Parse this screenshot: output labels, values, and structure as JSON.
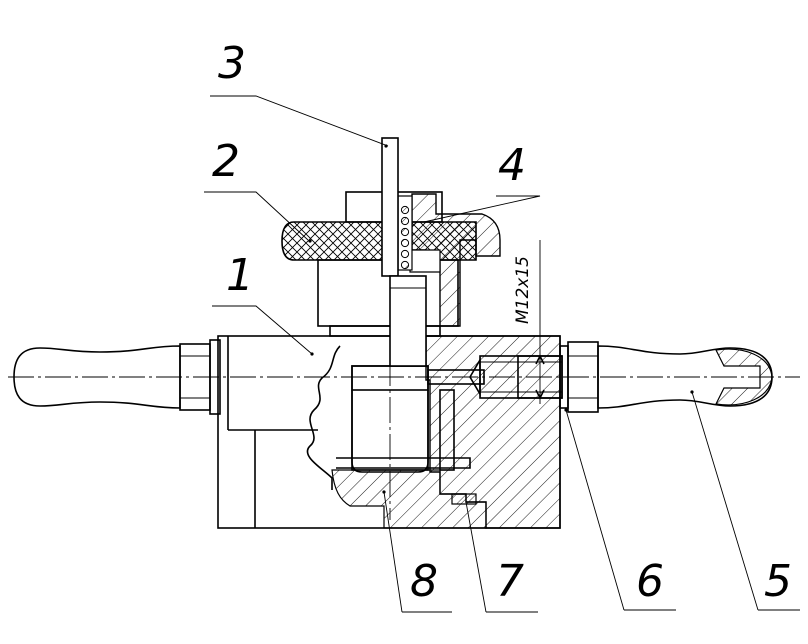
{
  "callouts": [
    {
      "id": "1",
      "label": "1"
    },
    {
      "id": "2",
      "label": "2"
    },
    {
      "id": "3",
      "label": "3"
    },
    {
      "id": "4",
      "label": "4"
    },
    {
      "id": "5",
      "label": "5"
    },
    {
      "id": "6",
      "label": "6"
    },
    {
      "id": "7",
      "label": "7"
    },
    {
      "id": "8",
      "label": "8"
    }
  ],
  "dimension": {
    "thread_label": "M12x15"
  }
}
